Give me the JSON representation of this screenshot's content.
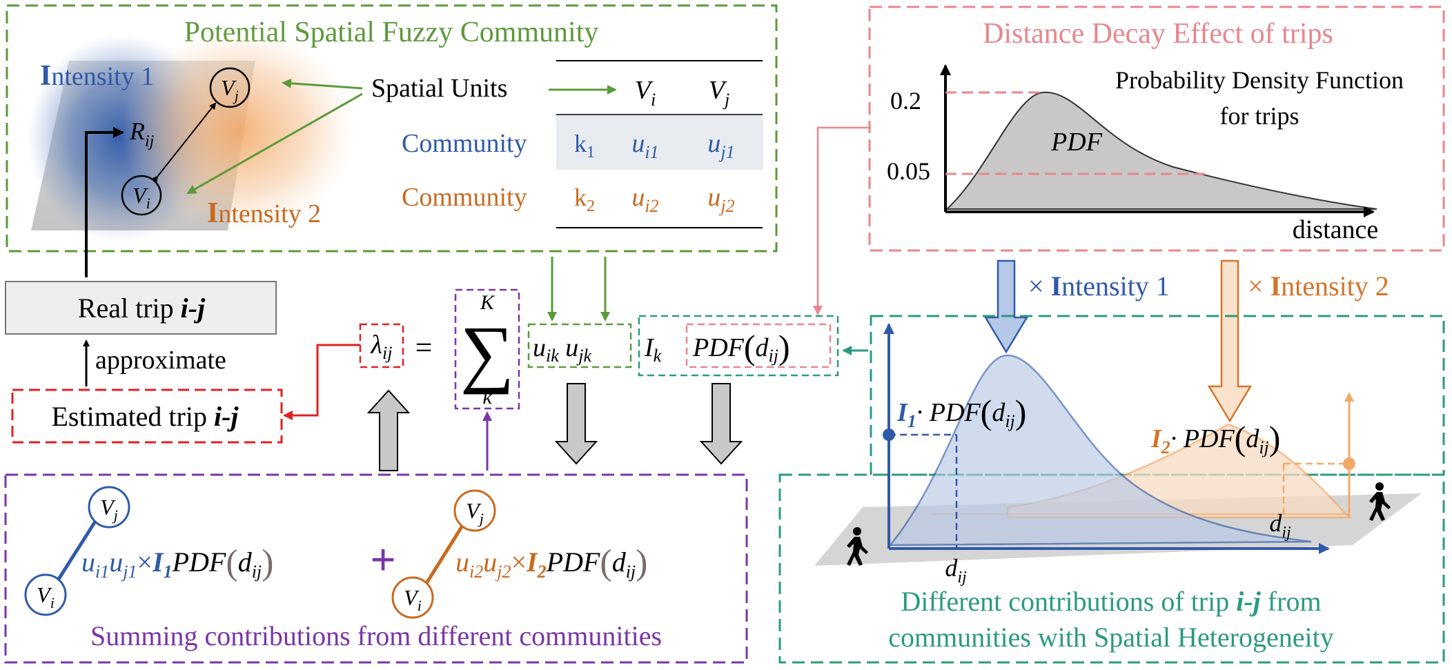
{
  "colors": {
    "green": "#5b9a3a",
    "pink": "#e8868c",
    "teal": "#2a9a80",
    "purple": "#7a34a8",
    "red": "#e02020",
    "blue": "#2f5aa8",
    "orange": "#d4742a",
    "gray": "#777777"
  },
  "community_box": {
    "title": "Potential Spatial Fuzzy Community",
    "intensity1_bold": "I",
    "intensity1_rest": "ntensity 1",
    "intensity2_bold": "I",
    "intensity2_rest": "ntensity 2",
    "r_label": "R",
    "r_sub": "ij",
    "node_j": "V",
    "node_j_sub": "j",
    "node_i": "V",
    "node_i_sub": "i",
    "spatial_units": "Spatial Units",
    "table": {
      "header_vi": "V",
      "header_vi_sub": "i",
      "header_vj": "V",
      "header_vj_sub": "j",
      "row1": {
        "label": "Community",
        "k": "k",
        "k_sub": "1",
        "ui": "u",
        "ui_sub": "i1",
        "uj": "u",
        "uj_sub": "j1"
      },
      "row2": {
        "label": "Community",
        "k": "k",
        "k_sub": "2",
        "ui": "u",
        "ui_sub": "i2",
        "uj": "u",
        "uj_sub": "j2"
      }
    }
  },
  "decay_box": {
    "title": "Distance Decay Effect of trips",
    "pdf_title_line1": "Probability Density Function",
    "pdf_title_line2": "for trips",
    "pdf_label": "PDF",
    "y_tick_high": "0.2",
    "y_tick_low": "0.05",
    "x_label": "distance"
  },
  "arrows": {
    "times_intensity1_prefix": "×",
    "times_intensity1_bold": "I",
    "times_intensity1_rest": "ntensity 1",
    "times_intensity2_prefix": "×",
    "times_intensity2_bold": "I",
    "times_intensity2_rest": "ntensity 2"
  },
  "left": {
    "real_trip": "Real trip",
    "real_trip_ij": "i-j",
    "approximate": "approximate",
    "estimated_trip": "Estimated trip",
    "estimated_trip_ij": "i-j"
  },
  "formula": {
    "lambda": "λ",
    "lambda_sub": "ij",
    "equals": "=",
    "sum": "∑",
    "sum_top": "K",
    "sum_bottom": "k",
    "u_ik": "u",
    "u_ik_sub": "ik",
    "u_jk": "u",
    "u_jk_sub": "jk",
    "i_k": "I",
    "i_k_sub": "k",
    "pdf": "PDF",
    "pdf_arg": "d",
    "pdf_arg_sub": "ij"
  },
  "sum_box": {
    "caption": "Summing contributions from different communities",
    "term1": {
      "u1": "u",
      "u1_sub": "i1",
      "u2": "u",
      "u2_sub": "j1",
      "times": "×",
      "intensity": "I",
      "intensity_sub": "1",
      "pdf": "PDF",
      "d": "d",
      "d_sub": "ij"
    },
    "plus": "+",
    "term2": {
      "u1": "u",
      "u1_sub": "i2",
      "u2": "u",
      "u2_sub": "j2",
      "times": "×",
      "intensity": "I",
      "intensity_sub": "2",
      "pdf": "PDF",
      "d": "d",
      "d_sub": "ij"
    }
  },
  "hetero_box": {
    "caption_line1_a": "Different contributions of trip",
    "caption_line1_ij": "i-j",
    "caption_line1_b": "from",
    "caption_line2": "communities with Spatial Heterogeneity",
    "i1_label": "I",
    "i1_sub": "1",
    "i1_pdf": "· PDF",
    "i2_label": "I",
    "i2_sub": "2",
    "i2_pdf": "· PDF",
    "d": "d",
    "d_sub": "ij",
    "person_icon": "walking-person-icon"
  }
}
